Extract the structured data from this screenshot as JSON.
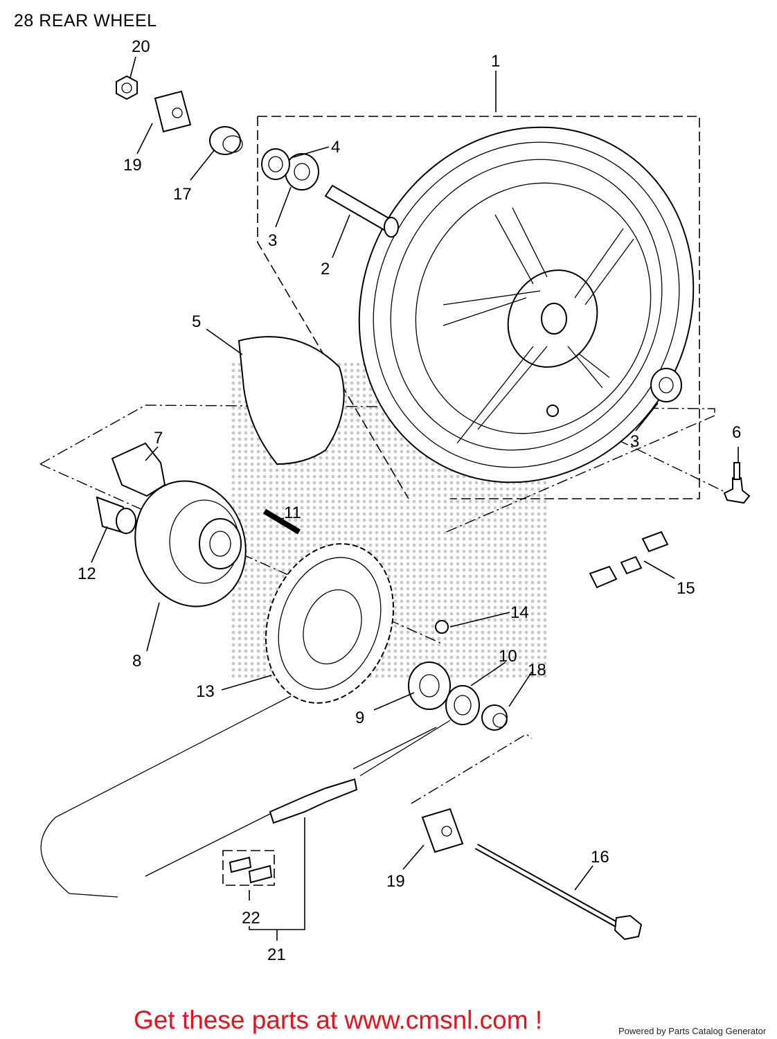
{
  "title": "28 REAR WHEEL",
  "callouts": [
    "1",
    "2",
    "3",
    "3",
    "4",
    "5",
    "6",
    "7",
    "8",
    "9",
    "10",
    "11",
    "12",
    "13",
    "14",
    "15",
    "16",
    "17",
    "18",
    "19",
    "19",
    "20",
    "21",
    "22"
  ],
  "footer": {
    "cta": "Get these parts at www.cmsnl.com !",
    "powered": "Powered by Parts Catalog Generator"
  },
  "colors": {
    "cta": "#e8101a",
    "lines": "#000000",
    "background": "#ffffff"
  }
}
